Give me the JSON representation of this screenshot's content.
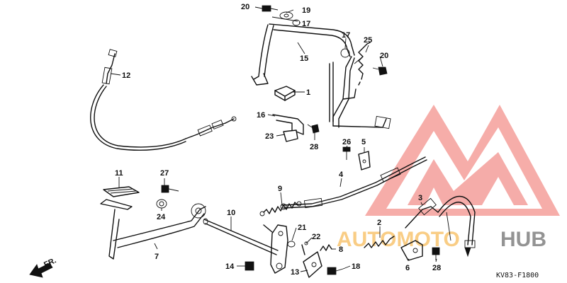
{
  "diagram_code": "KV83-F1800",
  "front_label": "FR.",
  "watermark": {
    "word_a": "AUTOMOTO",
    "word_b": "HUB",
    "color_a": "#f5a623",
    "color_b": "#3b3b3b",
    "mark_color": "#e8382f"
  },
  "callouts": [
    {
      "id": "c20a",
      "text": "20"
    },
    {
      "id": "c19",
      "text": "19"
    },
    {
      "id": "c18",
      "text": "18"
    },
    {
      "id": "c17a",
      "text": "17"
    },
    {
      "id": "c15",
      "text": "15"
    },
    {
      "id": "c17b",
      "text": "17"
    },
    {
      "id": "c25",
      "text": "25"
    },
    {
      "id": "c20b",
      "text": "20"
    },
    {
      "id": "c12",
      "text": "12"
    },
    {
      "id": "c1",
      "text": "1"
    },
    {
      "id": "c16",
      "text": "16"
    },
    {
      "id": "c23",
      "text": "23"
    },
    {
      "id": "c28a",
      "text": "28"
    },
    {
      "id": "c26",
      "text": "26"
    },
    {
      "id": "c5",
      "text": "5"
    },
    {
      "id": "c4",
      "text": "4"
    },
    {
      "id": "c11",
      "text": "11"
    },
    {
      "id": "c27",
      "text": "27"
    },
    {
      "id": "c9",
      "text": "9"
    },
    {
      "id": "c24",
      "text": "24"
    },
    {
      "id": "c10",
      "text": "10"
    },
    {
      "id": "c3",
      "text": "3"
    },
    {
      "id": "c2",
      "text": "2"
    },
    {
      "id": "c21",
      "text": "21"
    },
    {
      "id": "c22",
      "text": "22"
    },
    {
      "id": "c8",
      "text": "8"
    },
    {
      "id": "c7",
      "text": "7"
    },
    {
      "id": "c14",
      "text": "14"
    },
    {
      "id": "c13",
      "text": "13"
    },
    {
      "id": "c18b",
      "text": "18"
    },
    {
      "id": "c6",
      "text": "6"
    },
    {
      "id": "c28b",
      "text": "28"
    }
  ]
}
